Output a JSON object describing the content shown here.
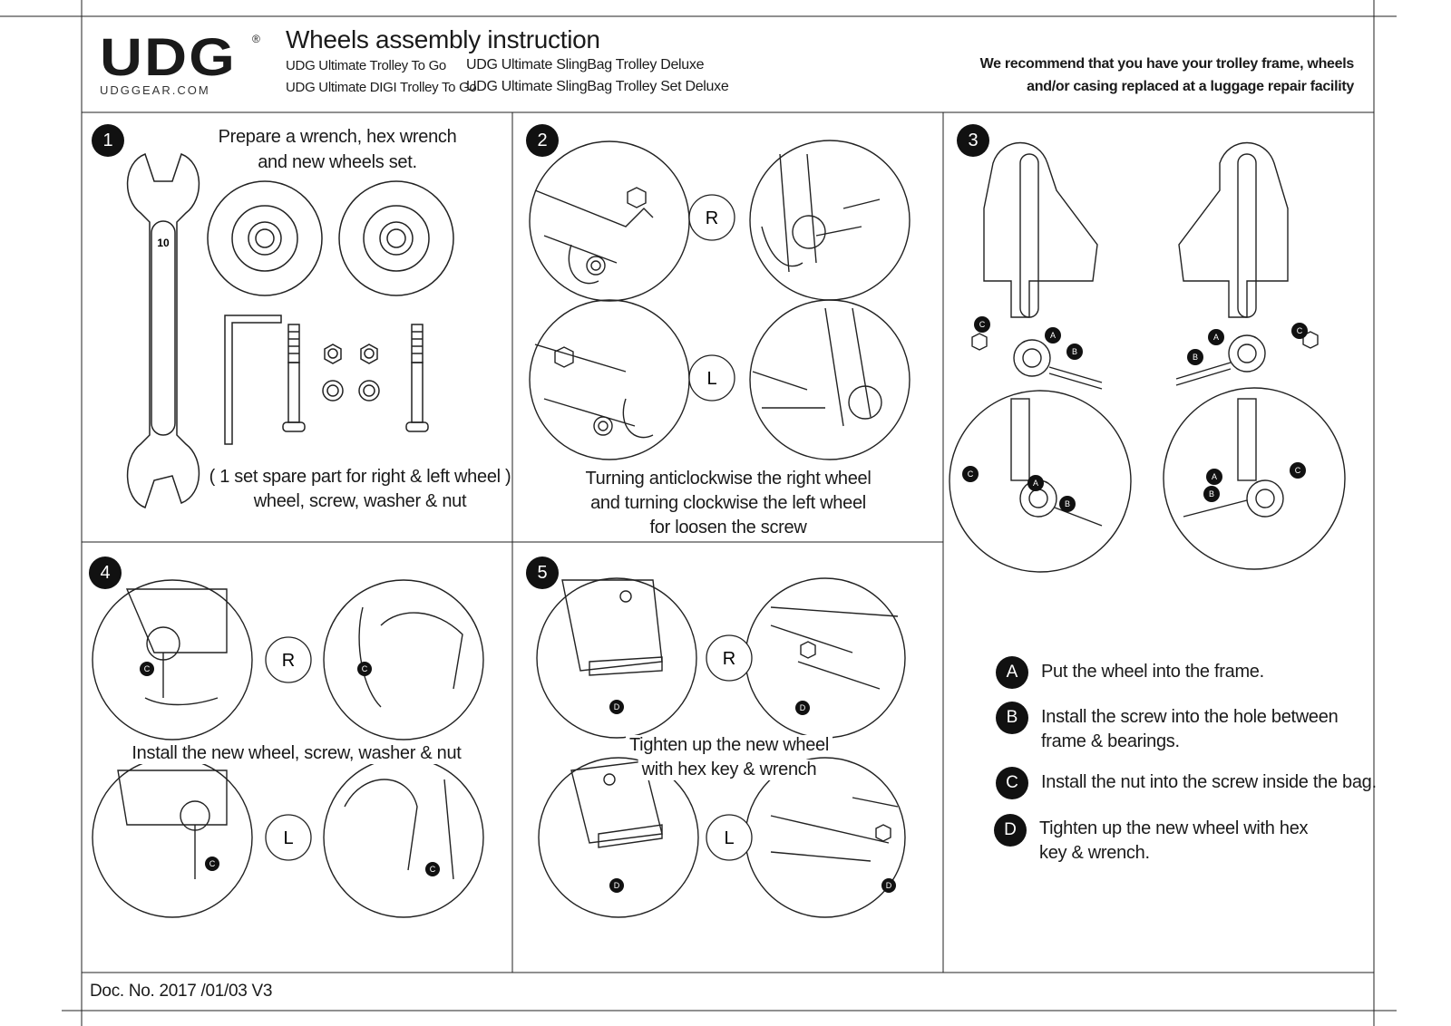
{
  "header": {
    "logo_text": "UDG",
    "logo_sub": "UDGGEAR.COM",
    "registered": "®",
    "title": "Wheels assembly instruction",
    "models_col1": [
      "UDG Ultimate Trolley To Go",
      "UDG Ultimate DIGI Trolley To Go"
    ],
    "models_col2": [
      "UDG Ultimate SlingBag Trolley Deluxe",
      "UDG Ultimate SlingBag Trolley Set Deluxe"
    ],
    "recommend": [
      "We recommend that you have your trolley frame, wheels",
      "and/or casing replaced at a luggage repair facility"
    ]
  },
  "steps": [
    {
      "number": "1",
      "caption": [
        "Prepare a wrench, hex wrench",
        "and new wheels set."
      ],
      "note": [
        "( 1 set spare part for right & left wheel )",
        "wheel, screw, washer & nut"
      ],
      "wrench_size": "10"
    },
    {
      "number": "2",
      "caption": [
        "Turning anticlockwise the right wheel",
        "and turning clockwise the left wheel",
        "for loosen the screw"
      ],
      "side_right": "R",
      "side_left": "L"
    },
    {
      "number": "3"
    },
    {
      "number": "4",
      "caption": [
        "Install the new wheel, screw, washer & nut"
      ],
      "side_right": "R",
      "side_left": "L"
    },
    {
      "number": "5",
      "caption": [
        "Tighten up the new wheel",
        "with hex key & wrench"
      ],
      "side_right": "R",
      "side_left": "L"
    }
  ],
  "legend": [
    {
      "key": "A",
      "text": [
        "Put the wheel into the frame."
      ]
    },
    {
      "key": "B",
      "text": [
        "Install the screw into the hole between",
        "frame & bearings."
      ]
    },
    {
      "key": "C",
      "text": [
        "Install the nut into the screw inside the bag."
      ]
    },
    {
      "key": "D",
      "text": [
        "Tighten up the new wheel with hex",
        "key & wrench."
      ]
    }
  ],
  "part_labels": {
    "a": "A",
    "b": "B",
    "c": "C",
    "d": "D"
  },
  "footer": {
    "doc_no": "Doc. No. 2017 /01/03 V3"
  }
}
